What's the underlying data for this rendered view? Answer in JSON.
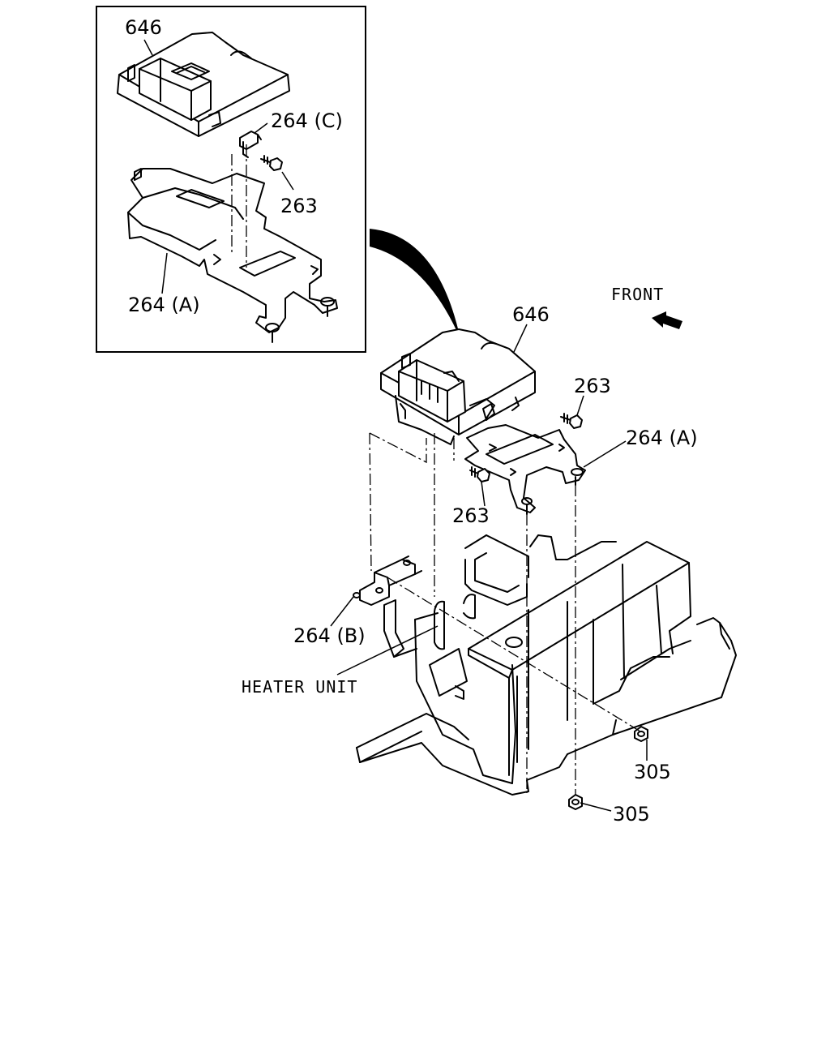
{
  "labels": {
    "inset_ecu": "646",
    "inset_bracket_c": "264 (C)",
    "inset_bolt": "263",
    "inset_bracket_a": "264 (A)",
    "main_ecu": "646",
    "main_bolt_upper": "263",
    "main_bracket_a": "264 (A)",
    "main_bolt_lower": "263",
    "main_bracket_b": "264 (B)",
    "heater_unit": "HEATER UNIT",
    "nut_upper": "305",
    "nut_lower": "305",
    "front": "FRONT"
  },
  "icons": {
    "front_arrow": "front-direction-arrow",
    "detail_arrow": "detail-callout-arrow"
  }
}
